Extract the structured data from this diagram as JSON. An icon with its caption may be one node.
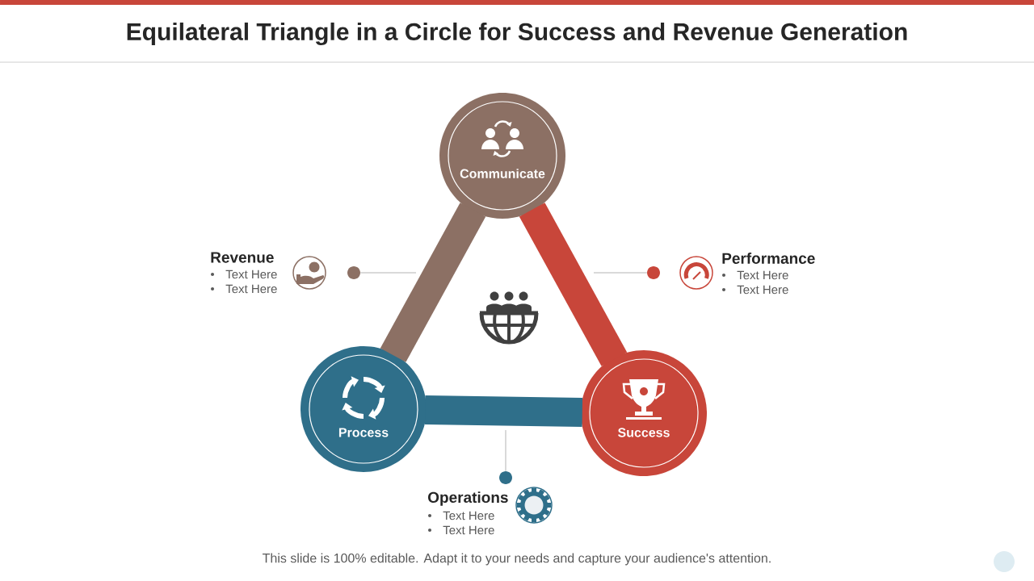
{
  "diagram": {
    "title": "Equilateral Triangle in a Circle for Success and Revenue Generation",
    "caption": "This slide is 100% editable. Adapt it to your needs and capture your audience's attention.",
    "nodes": [
      {
        "text": [
          "Communicate"
        ]
      },
      {
        "text": [
          "Process"
        ]
      },
      {
        "text": [
          "Success"
        ]
      },
      {
        "text": [],
        "shape": "circle",
        "beside": [
          "Revenue",
          "Text Here",
          "Text Here"
        ]
      },
      {
        "text": [],
        "shape": "circle",
        "beside": [
          "Performance",
          "Text Here",
          "Text Here"
        ]
      },
      {
        "text": [],
        "shape": "circle",
        "beside": [
          "Operations",
          "Text Here",
          "Text Here"
        ]
      }
    ],
    "edges": [
      {
        "from": 0,
        "to": 1,
        "arrow": "none",
        "style": "thick",
        "color": "#8c7064"
      },
      {
        "from": 0,
        "to": 2,
        "arrow": "none",
        "style": "thick",
        "color": "#c8463a"
      },
      {
        "from": 1,
        "to": 2,
        "arrow": "none",
        "style": "thick",
        "color": "#2f6f8a"
      },
      {
        "from": 3,
        "to": null,
        "arrow": "none",
        "color": "#b4b4b4"
      },
      {
        "from": 4,
        "to": null,
        "arrow": "none",
        "color": "#b4b4b4"
      },
      {
        "from": 5,
        "to": null,
        "arrow": "none",
        "color": "#b4b4b4"
      }
    ]
  }
}
